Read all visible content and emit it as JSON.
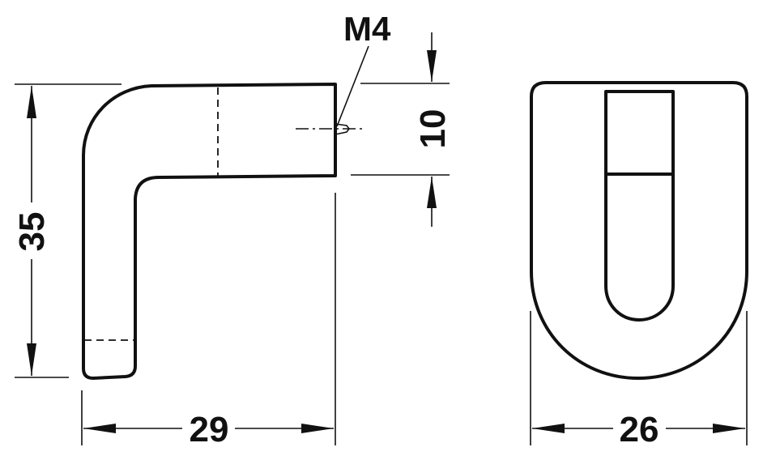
{
  "drawing": {
    "type": "technical-dimension-drawing",
    "subject": "L-shaped hook / knob, side view and front view",
    "colors": {
      "line": "#111111",
      "background": "#ffffff"
    }
  },
  "side_view": {
    "dimensions": {
      "height": {
        "value": "35",
        "orientation": "vertical"
      },
      "width": {
        "value": "29",
        "orientation": "horizontal"
      },
      "thread_spacing": {
        "value": "10",
        "orientation": "vertical"
      }
    },
    "callouts": {
      "thread": "M4"
    }
  },
  "front_view": {
    "dimensions": {
      "width": {
        "value": "26",
        "orientation": "horizontal"
      }
    }
  }
}
